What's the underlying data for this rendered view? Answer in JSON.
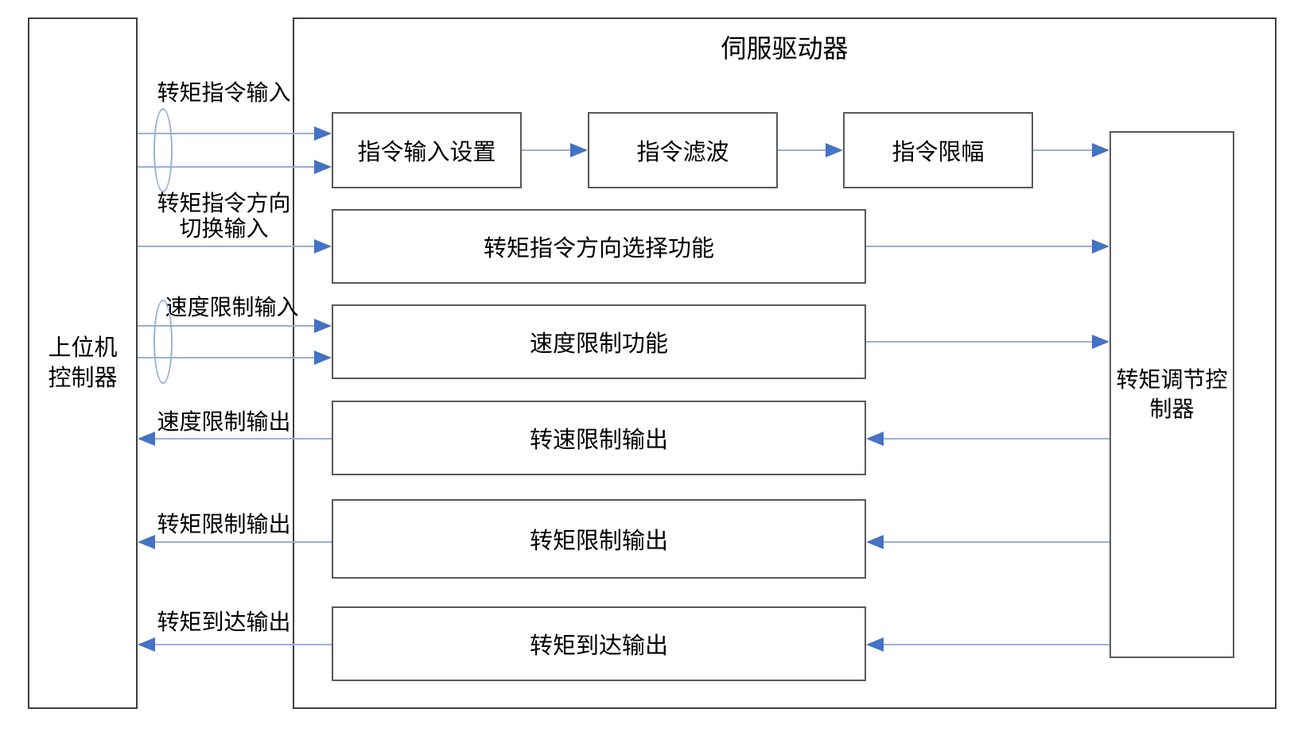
{
  "colors": {
    "line": "#9bafd8",
    "arrowhead": "#4472c4",
    "border_inner": "#595959",
    "border_outer": "#3f3f3f",
    "text": "#000000"
  },
  "host_controller": {
    "label_line1": "上位机",
    "label_line2": "控制器"
  },
  "servo_driver": {
    "title": "伺服驱动器"
  },
  "torque_regulator": {
    "label_line1": "转矩调节控",
    "label_line2": "制器"
  },
  "function_blocks": {
    "command_input_setting": "指令输入设置",
    "command_filter": "指令滤波",
    "command_limit": "指令限幅",
    "torque_direction_select": "转矩指令方向选择功能",
    "speed_limit_function": "速度限制功能",
    "speed_limit_output_block": "转速限制输出",
    "torque_limit_output_block": "转矩限制输出",
    "torque_reach_output_block": "转矩到达输出"
  },
  "signal_labels": {
    "torque_command_input": "转矩指令输入",
    "torque_direction_switch_line1": "转矩指令方向",
    "torque_direction_switch_line2": "切换输入",
    "speed_limit_input": "速度限制输入",
    "speed_limit_output": "速度限制输出",
    "torque_limit_output": "转矩限制输出",
    "torque_reach_output": "转矩到达输出"
  }
}
